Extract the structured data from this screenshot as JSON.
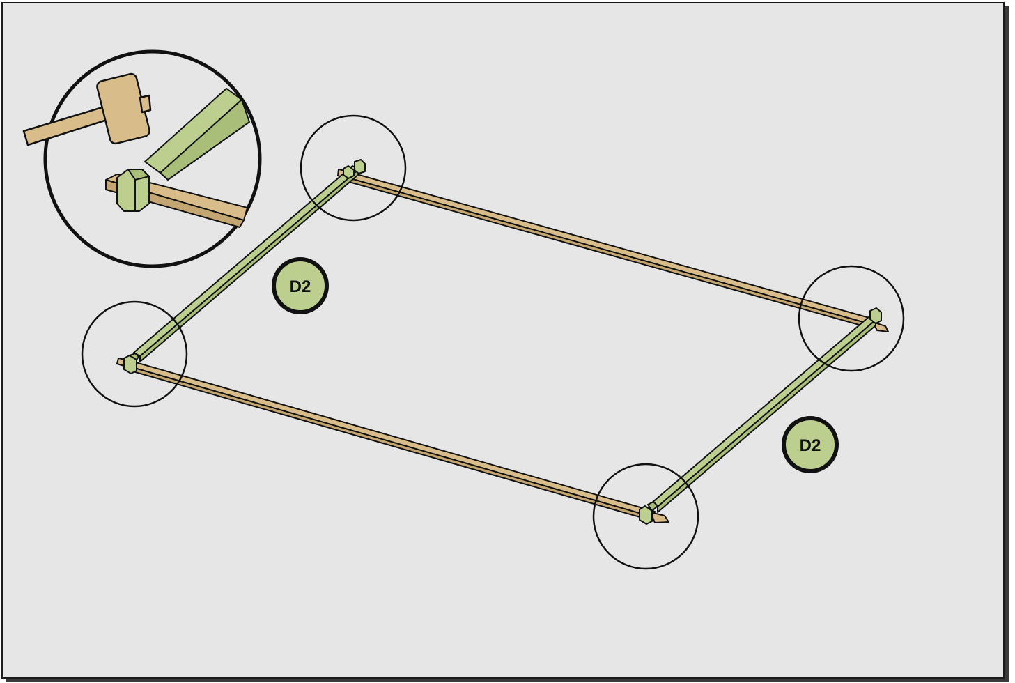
{
  "panel": {
    "background": "#e6e6e7",
    "border_color": "#1b1b1b",
    "shadow_color": "#3a3a3a"
  },
  "colors": {
    "green_beam": "#bccf8f",
    "green_beam_dark": "#a9bf79",
    "tan_beam": "#d8bd8a",
    "tan_beam_dark": "#c4a672",
    "outline": "#111111",
    "badge_fill": "#bccf8f"
  },
  "step": {
    "parts": [
      {
        "label": "D2"
      },
      {
        "label": "D2"
      }
    ],
    "inset_tool": "mallet-icon",
    "callout_count": 4
  }
}
